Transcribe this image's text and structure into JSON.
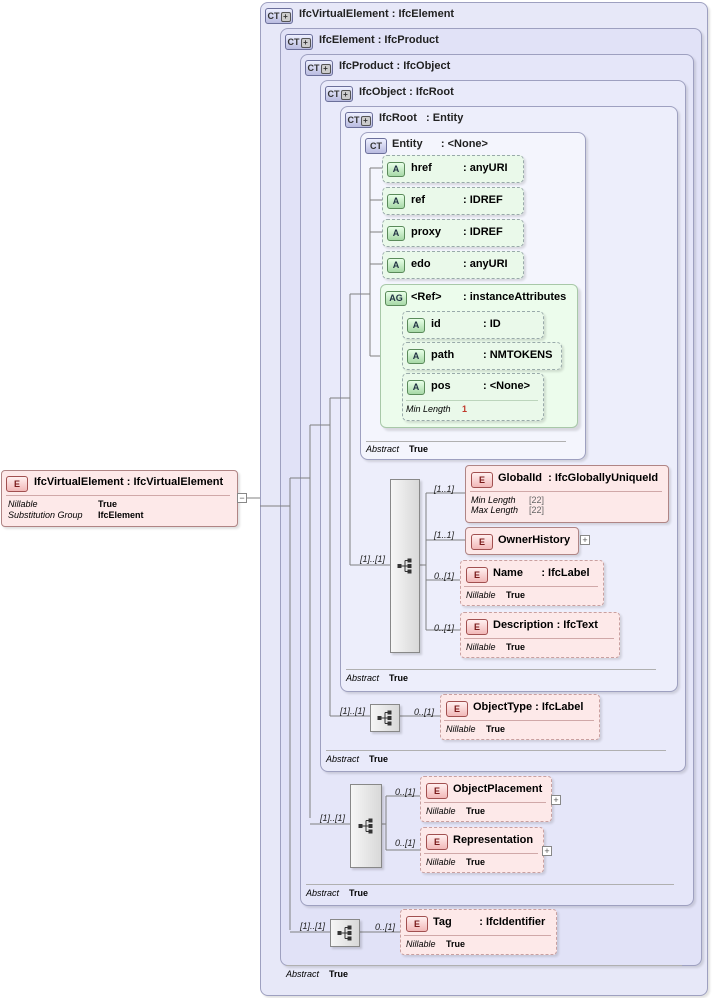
{
  "root_element": {
    "badge": "E",
    "name": "IfcVirtualElement",
    "type": "IfcVirtualElement",
    "props": [
      {
        "key": "Nillable",
        "value": "True"
      },
      {
        "key": "Substitution Group",
        "value": "IfcElement"
      }
    ]
  },
  "complex_types": [
    {
      "badge": "CT",
      "name": "IfcVirtualElement",
      "base": "IfcElement"
    },
    {
      "badge": "CT",
      "name": "IfcElement",
      "base": "IfcProduct"
    },
    {
      "badge": "CT",
      "name": "IfcProduct",
      "base": "IfcObject"
    },
    {
      "badge": "CT",
      "name": "IfcObject",
      "base": "IfcRoot"
    },
    {
      "badge": "CT",
      "name": "IfcRoot",
      "base": "Entity"
    },
    {
      "badge": "CT",
      "name": "Entity",
      "base": "<None>"
    }
  ],
  "abstract_label": "Abstract",
  "abstract_value": "True",
  "attributes": [
    {
      "badge": "A",
      "name": "href",
      "type": ": anyURI"
    },
    {
      "badge": "A",
      "name": "ref",
      "type": ": IDREF"
    },
    {
      "badge": "A",
      "name": "proxy",
      "type": ": IDREF"
    },
    {
      "badge": "A",
      "name": "edo",
      "type": ": anyURI"
    }
  ],
  "attribute_group": {
    "badge": "AG",
    "name": "<Ref>",
    "type": ": instanceAttributes",
    "items": [
      {
        "badge": "A",
        "name": "id",
        "type": ": ID"
      },
      {
        "badge": "A",
        "name": "path",
        "type": ": NMTOKENS"
      },
      {
        "badge": "A",
        "name": "pos",
        "type": ": <None>",
        "facet_key": "Min Length",
        "facet_value": "1"
      }
    ]
  },
  "root_elements": [
    {
      "badge": "E",
      "name": "GlobalId",
      "type": ": IfcGloballyUniqueId",
      "card": "[1..1]",
      "props": [
        {
          "key": "Min Length",
          "value": "[22]"
        },
        {
          "key": "Max Length",
          "value": "[22]"
        }
      ]
    },
    {
      "badge": "E",
      "name": "OwnerHistory",
      "type": "",
      "card": "[1..1]"
    },
    {
      "badge": "E",
      "name": "Name",
      "type": ": IfcLabel",
      "card": "0..[1]",
      "props": [
        {
          "key": "Nillable",
          "value": "True"
        }
      ]
    },
    {
      "badge": "E",
      "name": "Description",
      "type": ": IfcText",
      "card": "0..[1]",
      "props": [
        {
          "key": "Nillable",
          "value": "True"
        }
      ]
    }
  ],
  "root_seq_card": "[1]..[1]",
  "object_element": {
    "badge": "E",
    "name": "ObjectType",
    "type": ": IfcLabel",
    "card": "0..[1]",
    "seq_card": "[1]..[1]",
    "props": [
      {
        "key": "Nillable",
        "value": "True"
      }
    ]
  },
  "product_elements": [
    {
      "badge": "E",
      "name": "ObjectPlacement",
      "card": "0..[1]",
      "props": [
        {
          "key": "Nillable",
          "value": "True"
        }
      ]
    },
    {
      "badge": "E",
      "name": "Representation",
      "card": "0..[1]",
      "props": [
        {
          "key": "Nillable",
          "value": "True"
        }
      ]
    }
  ],
  "product_seq_card": "[1]..[1]",
  "element_tag": {
    "badge": "E",
    "name": "Tag",
    "type": ": IfcIdentifier",
    "card": "0..[1]",
    "seq_card": "[1]..[1]",
    "props": [
      {
        "key": "Nillable",
        "value": "True"
      }
    ]
  },
  "expand_symbol": "+",
  "collapse_symbol": "−"
}
